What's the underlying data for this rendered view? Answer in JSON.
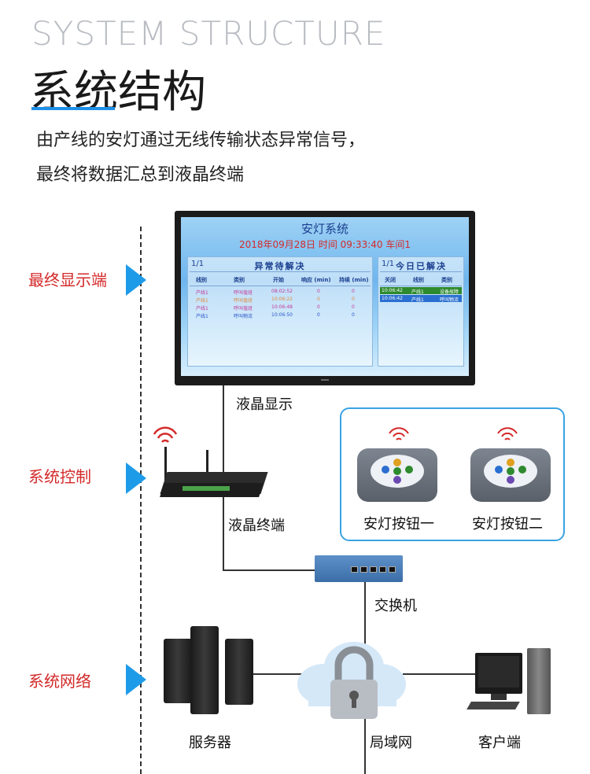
{
  "header": {
    "title_en": "SYSTEM STRUCTURE",
    "title_cn": "系统结构",
    "desc_line1": "由产线的安灯通过无线传输状态异常信号，",
    "desc_line2": "最终将数据汇总到液晶终端"
  },
  "side_labels": {
    "display": "最终显示端",
    "control": "系统控制",
    "network": "系统网络"
  },
  "screen": {
    "title": "安灯系统",
    "datetime": "2018年09月28日  时间 09:33:40  车间1",
    "left_panel": {
      "page": "1/1",
      "title": "异常待解决",
      "headers": [
        "线别",
        "类别",
        "开始",
        "响应 (min)",
        "持续 (min)"
      ],
      "rows": [
        [
          "产线1",
          "呼叫值班",
          "08:02:52",
          "0",
          "0"
        ],
        [
          "产线1",
          "呼叫值班",
          "10:06:22",
          "0",
          "0"
        ],
        [
          "产线1",
          "呼叫值班",
          "10:06:48",
          "0",
          "0"
        ],
        [
          "产线1",
          "呼叫物流",
          "10:06:50",
          "0",
          "0"
        ]
      ]
    },
    "right_panel": {
      "page": "1/1",
      "title": "今日已解决",
      "headers": [
        "关闭",
        "线别",
        "类别"
      ],
      "rows": [
        [
          "10:06:42",
          "产线1",
          "设备故障"
        ],
        [
          "10:06:42",
          "产线1",
          "呼叫物流"
        ]
      ]
    }
  },
  "captions": {
    "lcd_display": "液晶显示",
    "lcd_terminal": "液晶终端",
    "button1": "安灯按钮一",
    "button2": "安灯按钮二",
    "switch": "交换机",
    "server": "服务器",
    "lan": "局域网",
    "client": "客户端"
  },
  "colors": {
    "accent_blue": "#1e9be8",
    "label_red": "#d42a2a"
  }
}
